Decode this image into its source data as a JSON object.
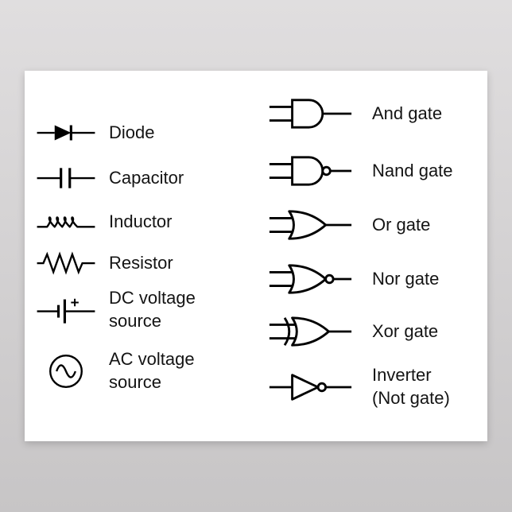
{
  "page": {
    "background_top": "#e0dedf",
    "background_bottom": "#c7c5c6"
  },
  "poster": {
    "background": "#ffffff",
    "ink": "#000000",
    "left_column": [
      {
        "symbol": "diode-icon",
        "label": "Diode"
      },
      {
        "symbol": "capacitor-icon",
        "label": "Capacitor"
      },
      {
        "symbol": "inductor-icon",
        "label": "Inductor"
      },
      {
        "symbol": "resistor-icon",
        "label": "Resistor"
      },
      {
        "symbol": "dc-voltage-source-icon",
        "label": "DC voltage\nsource"
      },
      {
        "symbol": "ac-voltage-source-icon",
        "label": "AC voltage\nsource"
      }
    ],
    "right_column": [
      {
        "symbol": "and-gate-icon",
        "label": "And gate"
      },
      {
        "symbol": "nand-gate-icon",
        "label": "Nand gate"
      },
      {
        "symbol": "or-gate-icon",
        "label": "Or gate"
      },
      {
        "symbol": "nor-gate-icon",
        "label": "Nor gate"
      },
      {
        "symbol": "xor-gate-icon",
        "label": "Xor gate"
      },
      {
        "symbol": "inverter-icon",
        "label": "Inverter\n(Not gate)"
      }
    ]
  }
}
